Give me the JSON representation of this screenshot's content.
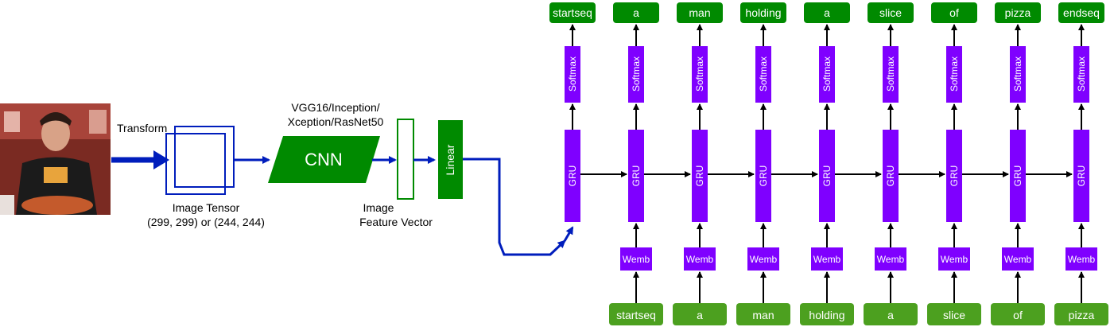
{
  "labels": {
    "transform": "Transform",
    "tensor_line1": "Image Tensor",
    "tensor_line2": "(299, 299) or (244, 244)",
    "cnn_variants_line1": "VGG16/Inception/",
    "cnn_variants_line2": "Xception/RasNet50",
    "cnn": "CNN",
    "feature_line1": "Image",
    "feature_line2": "Feature Vector",
    "linear": "Linear"
  },
  "decoder": {
    "gru_label": "GRU",
    "softmax_label": "Softmax",
    "wemb_label": "Wemb",
    "output_tokens": [
      "startseq",
      "a",
      "man",
      "holding",
      "a",
      "slice",
      "of",
      "pizza",
      "endseq"
    ],
    "input_tokens": [
      "startseq",
      "a",
      "man",
      "holding",
      "a",
      "slice",
      "of",
      "pizza"
    ]
  },
  "colors": {
    "purple": "#7f00ff",
    "dark_green": "#008a00",
    "light_green": "#4ca01f",
    "arrow_blue": "#001dbc",
    "black": "#000000"
  }
}
